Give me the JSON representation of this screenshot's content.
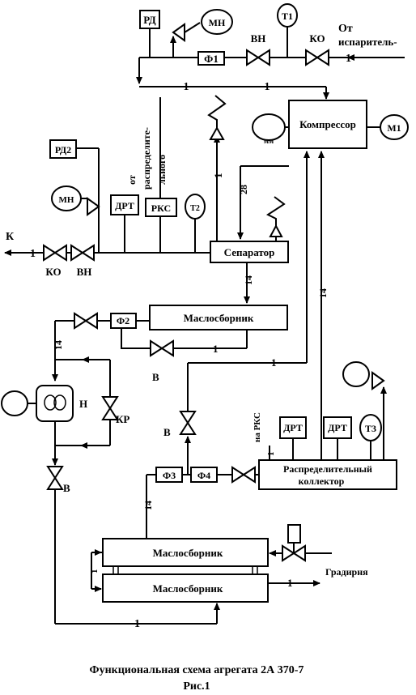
{
  "diagram": {
    "labels": {
      "rd": "РД",
      "mn_top": "МН",
      "t1": "Т1",
      "vn_top": "ВН",
      "ko_top": "КО",
      "from_evap_1": "От",
      "from_evap_2": "испаритель-",
      "from_evap_num": "1",
      "f1": "Ф1",
      "line_1a": "1",
      "line_1b": "1",
      "compressor": "Компрессор",
      "mm": "мм",
      "m1": "М1",
      "rd2": "РД2",
      "mn_mid": "МН",
      "from_dist_1": "от",
      "from_dist_2": "распределите-",
      "from_dist_3": "льного",
      "drt1": "ДРТ",
      "rks": "РКС",
      "t2": "Т2",
      "line_1_vert": "1",
      "line_28": "28",
      "k_out": "К",
      "k_num": "1",
      "ko_left": "КО",
      "vn_left": "ВН",
      "separator": "Сепаратор",
      "line_14_a": "14",
      "line_14_b": "14",
      "oil_collector_1": "Маслосборник",
      "f2": "Ф2",
      "line_1_c": "1",
      "line_14_c": "14",
      "line_1_d": "1",
      "pump": "Н",
      "kr": "КР",
      "b_1": "В",
      "b_2": "В",
      "b_3": "В",
      "to_rks": "на РКС",
      "line_1_e": "1",
      "drt2": "ДРТ",
      "drt3": "ДРТ",
      "t3": "Т3",
      "f3": "Ф3",
      "f4": "Ф4",
      "dist_coll_1": "Распределительный",
      "dist_coll_2": "коллектор",
      "line_14_d": "14",
      "oil_collector_2": "Маслосборник",
      "oil_collector_3": "Маслосборник",
      "line_1_f": "1",
      "line_1_g": "1",
      "gradirnya": "Градирня",
      "line_1_h": "1",
      "caption_1": "Функциональная схема агрегата  2А  370-7",
      "caption_2": "Рис.1"
    }
  }
}
